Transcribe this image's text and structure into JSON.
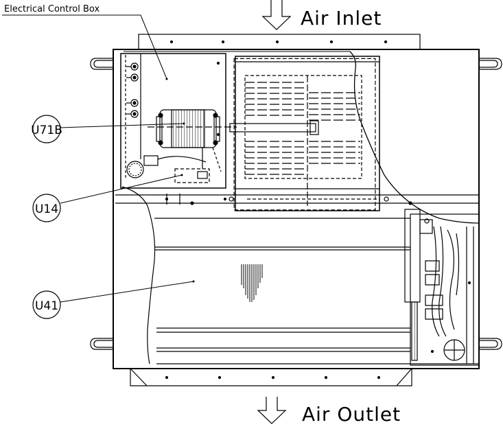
{
  "diagram": {
    "labels": {
      "electrical_control_box": "Electrical Control Box",
      "air_inlet": "Air Inlet",
      "air_outlet": "Air Outlet"
    },
    "callouts": [
      {
        "id": "u71b",
        "text": "U71B"
      },
      {
        "id": "u14",
        "text": "U14"
      },
      {
        "id": "u41",
        "text": "U41"
      }
    ]
  }
}
